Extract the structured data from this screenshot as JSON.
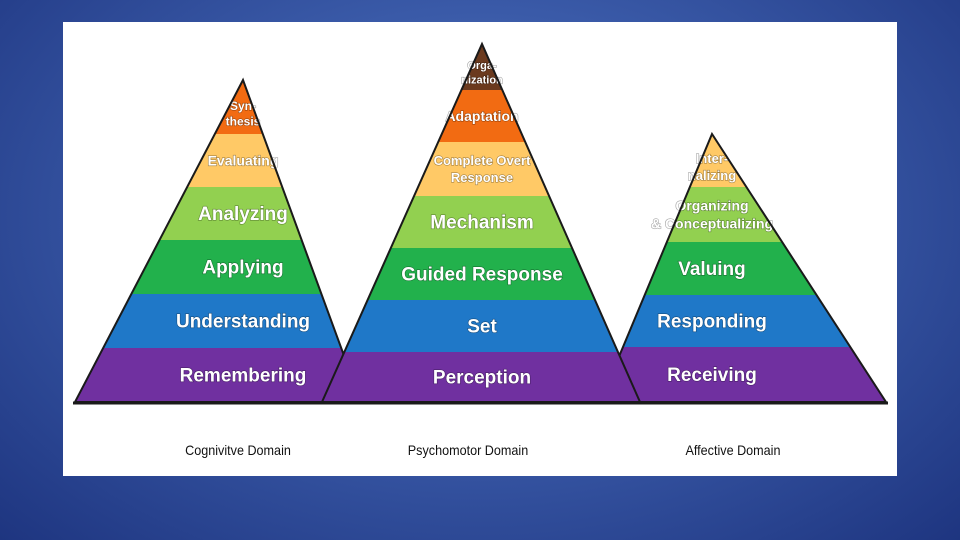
{
  "colors": {
    "purple": "#7030a0",
    "blue": "#1f78c8",
    "green": "#22b14c",
    "light_green": "#92d050",
    "yellow": "#ffc966",
    "orange": "#f26b12",
    "brown": "#6b3a1e"
  },
  "pyramids": [
    {
      "name": "Cognivitve Domain",
      "levels": [
        {
          "label": "Remembering",
          "color": "purple"
        },
        {
          "label": "Understanding",
          "color": "blue"
        },
        {
          "label": "Applying",
          "color": "green"
        },
        {
          "label": "Analyzing",
          "color": "light_green"
        },
        {
          "label": "Evaluating",
          "color": "yellow"
        },
        {
          "label": [
            "Syn-",
            "thesis"
          ],
          "color": "orange"
        }
      ]
    },
    {
      "name": "Psychomotor Domain",
      "levels": [
        {
          "label": "Perception",
          "color": "purple"
        },
        {
          "label": "Set",
          "color": "blue"
        },
        {
          "label": "Guided Response",
          "color": "green"
        },
        {
          "label": "Mechanism",
          "color": "light_green"
        },
        {
          "label": [
            "Complete Overt",
            "Response"
          ],
          "color": "yellow"
        },
        {
          "label": "Adaptation",
          "color": "orange"
        },
        {
          "label": [
            "Orga-",
            "nization"
          ],
          "color": "brown"
        }
      ]
    },
    {
      "name": "Affective Domain",
      "levels": [
        {
          "label": "Receiving",
          "color": "purple"
        },
        {
          "label": "Responding",
          "color": "blue"
        },
        {
          "label": "Valuing",
          "color": "green"
        },
        {
          "label": [
            "Organizing",
            "& Conceptualizing"
          ],
          "color": "light_green"
        },
        {
          "label": [
            "Inter-",
            "nalizing"
          ],
          "color": "yellow"
        }
      ]
    }
  ]
}
